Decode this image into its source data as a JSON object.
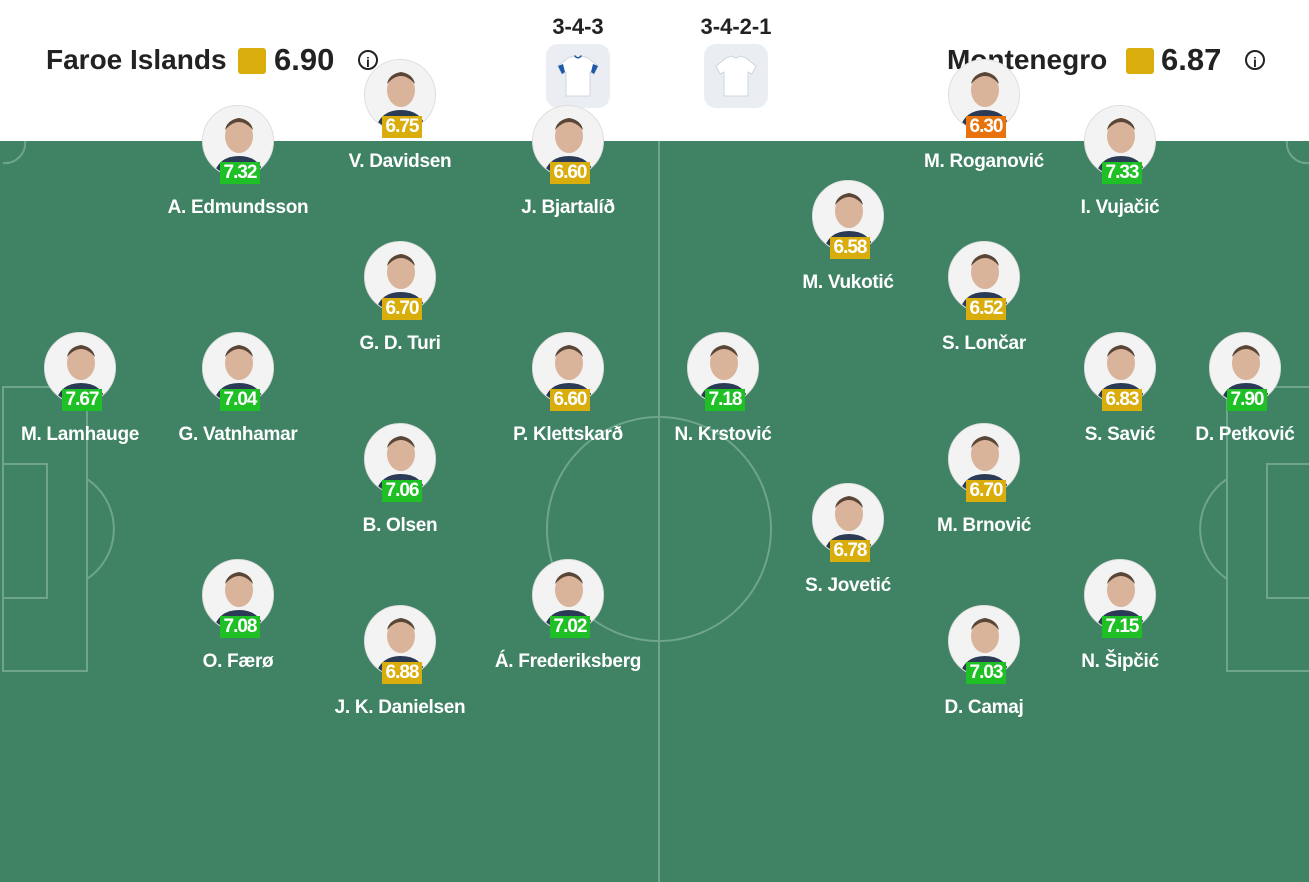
{
  "home": {
    "name": "Faroe Islands",
    "rating": "6.90",
    "formation": "3-4-3"
  },
  "away": {
    "name": "Montenegro",
    "rating": "6.87",
    "formation": "3-4-2-1"
  },
  "info_glyph": "i",
  "colors": {
    "pitch": "#3f8264",
    "rating_high": "#1fbf26",
    "rating_mid": "#d9ad0b",
    "rating_low": "#e8730c",
    "team_badge": "#d9ad0b"
  },
  "home_players": [
    {
      "name": "M. Lamhauge",
      "rating": "7.67",
      "tier": "high"
    },
    {
      "name": "A. Edmundsson",
      "rating": "7.32",
      "tier": "high"
    },
    {
      "name": "G. Vatnhamar",
      "rating": "7.04",
      "tier": "high"
    },
    {
      "name": "O. Færø",
      "rating": "7.08",
      "tier": "high"
    },
    {
      "name": "V. Davidsen",
      "rating": "6.75",
      "tier": "mid"
    },
    {
      "name": "G. D. Turi",
      "rating": "6.70",
      "tier": "mid"
    },
    {
      "name": "B. Olsen",
      "rating": "7.06",
      "tier": "high"
    },
    {
      "name": "J. K. Danielsen",
      "rating": "6.88",
      "tier": "mid"
    },
    {
      "name": "J. Bjartalíð",
      "rating": "6.60",
      "tier": "mid"
    },
    {
      "name": "P. Klettskarð",
      "rating": "6.60",
      "tier": "mid"
    },
    {
      "name": "Á. Frederiksberg",
      "rating": "7.02",
      "tier": "high"
    }
  ],
  "away_players": [
    {
      "name": "N. Krstović",
      "rating": "7.18",
      "tier": "high"
    },
    {
      "name": "M. Vukotić",
      "rating": "6.58",
      "tier": "mid"
    },
    {
      "name": "S. Jovetić",
      "rating": "6.78",
      "tier": "mid"
    },
    {
      "name": "M. Roganović",
      "rating": "6.30",
      "tier": "low"
    },
    {
      "name": "S. Lončar",
      "rating": "6.52",
      "tier": "mid"
    },
    {
      "name": "M. Brnović",
      "rating": "6.70",
      "tier": "mid"
    },
    {
      "name": "D. Camaj",
      "rating": "7.03",
      "tier": "high"
    },
    {
      "name": "I. Vujačić",
      "rating": "7.33",
      "tier": "high"
    },
    {
      "name": "S. Savić",
      "rating": "6.83",
      "tier": "mid"
    },
    {
      "name": "N. Šipčić",
      "rating": "7.15",
      "tier": "high"
    },
    {
      "name": "D. Petković",
      "rating": "7.90",
      "tier": "high"
    }
  ]
}
